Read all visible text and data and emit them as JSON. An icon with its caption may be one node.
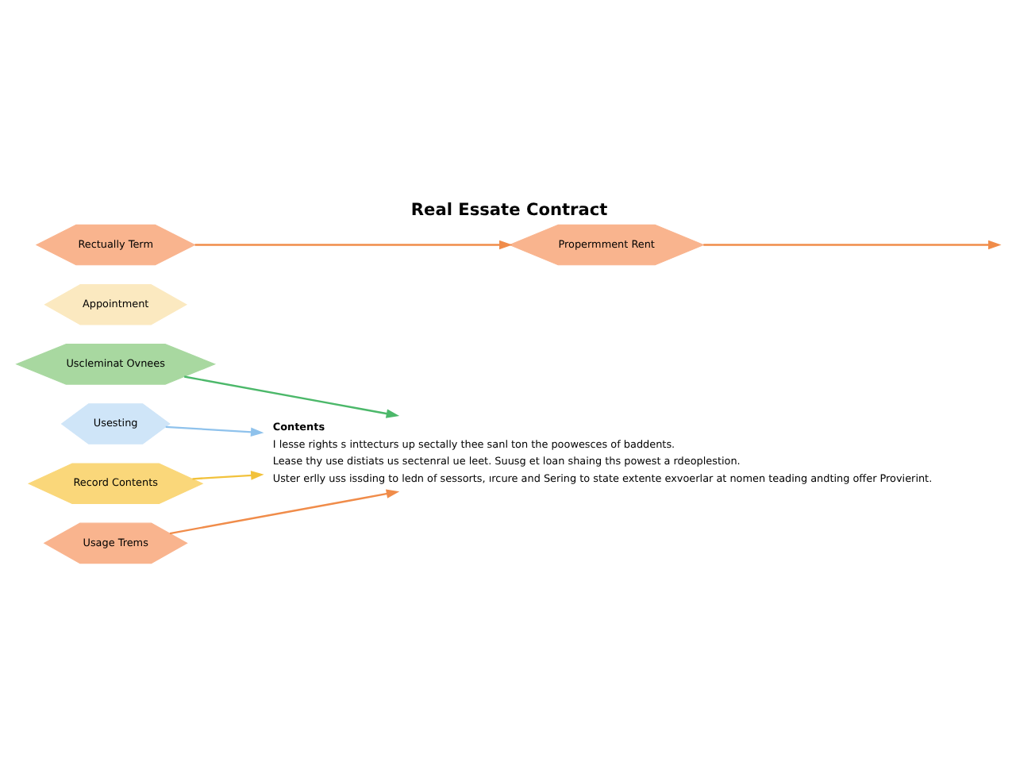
{
  "diagram": {
    "title": "Real Essate Contract",
    "nodes": [
      {
        "text": [
          "Uscleminat Ovnees"
        ]
      },
      {
        "text": [
          "Usesting"
        ]
      },
      {
        "text": [
          "Contents",
          "I lesse rights s inttecturs up sectally thee sanl ton the poowesces of baddents.",
          "Lease thy use distiats us sectenral ue leet. Suusg et loan shaing ths powest a rdeoplestion.",
          "Uster erlly uss issding to ledn of sessorts, ırcure and Sering to state extente exvoerlar at nomen teading andting offer Provierint."
        ]
      },
      {
        "text": [
          "Record Contents"
        ]
      },
      {
        "text": [
          "Appointment"
        ]
      },
      {
        "text": [
          "Usage Trems"
        ]
      },
      {
        "text": [
          "Propermment Rent"
        ]
      },
      {
        "text": [
          "Rectually Term"
        ]
      }
    ],
    "edges": [
      {
        "from": 0,
        "to": 2,
        "arrow": "to",
        "color": "#4cb86a"
      },
      {
        "from": 1,
        "to": 2,
        "arrow": "to",
        "color": "#8fc2ec"
      },
      {
        "from": 3,
        "to": 2,
        "arrow": "to",
        "color": "#f2c23c"
      },
      {
        "from": 5,
        "to": 2,
        "arrow": "to"
      },
      {
        "from": 6,
        "to": null,
        "arrow": "to"
      },
      {
        "from": 7,
        "to": 6,
        "arrow": "to"
      }
    ]
  }
}
